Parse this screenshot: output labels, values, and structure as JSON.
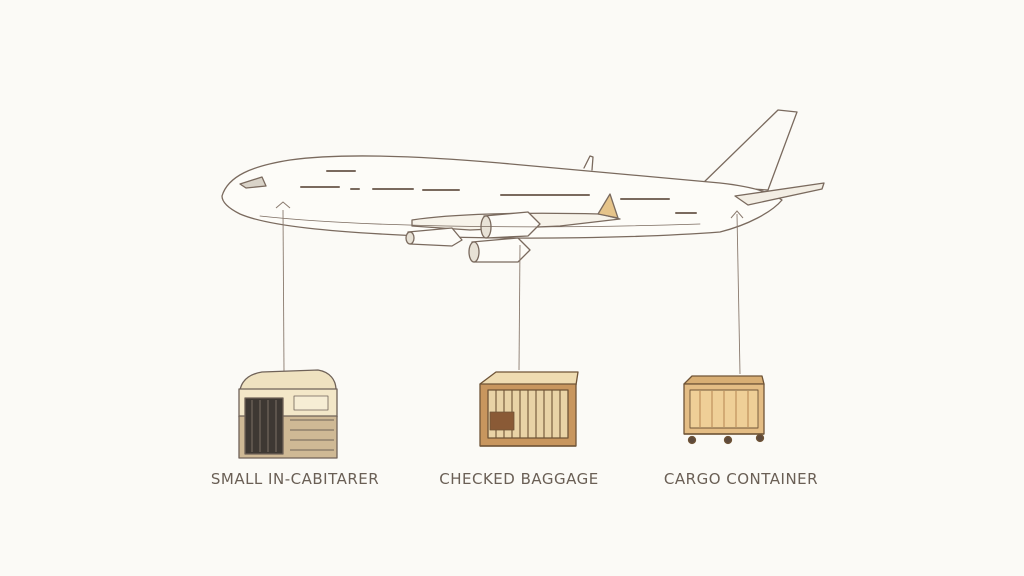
{
  "labels": {
    "small": "SMALL IN-CABITARER",
    "checked": "CHECKED BAGGAGE",
    "cargo": "CARGO CONTAINER"
  },
  "colors": {
    "background": "#fbfaf6",
    "ink": "#7a6a5e",
    "crate_wood": "#c8965e",
    "crate_light": "#efdcb2",
    "crate_dark": "#8a5a36"
  }
}
